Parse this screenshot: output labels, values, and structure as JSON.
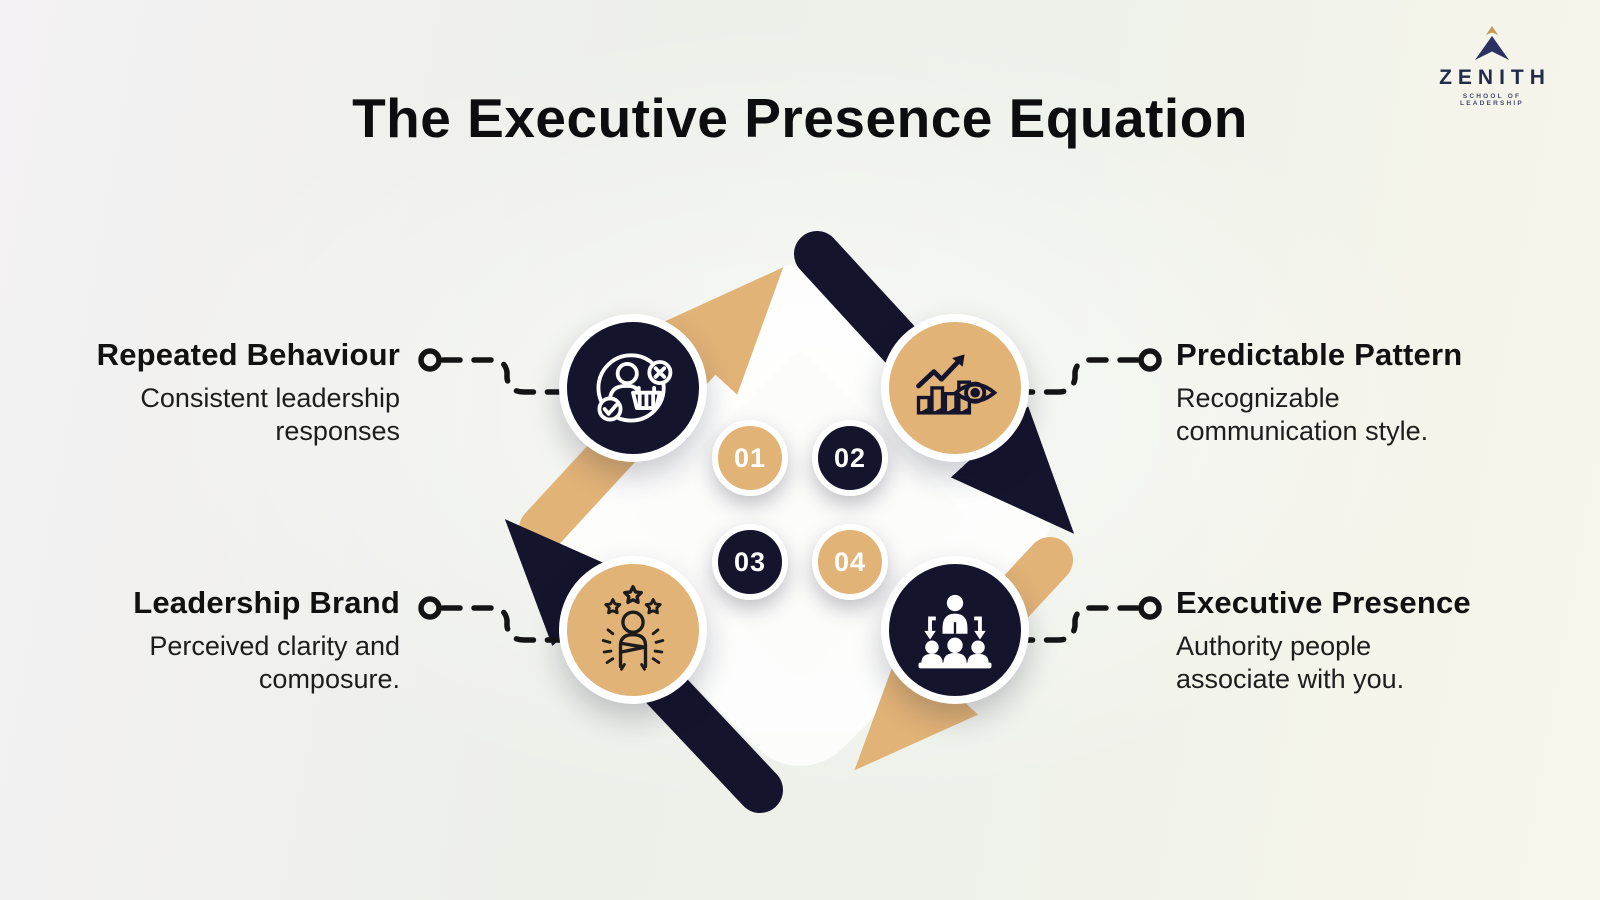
{
  "title": "The Executive Presence Equation",
  "logo": {
    "name": "ZENITH",
    "tagline": "SCHOOL OF LEADERSHIP"
  },
  "colors": {
    "navy": "#14142d",
    "tan": "#e2b377",
    "ink": "#111111",
    "background": "#eef0ea",
    "white": "#ffffff"
  },
  "items": [
    {
      "number": "01",
      "title": "Repeated Behaviour",
      "description": "Consistent leadership responses",
      "icon": "consumer-behaviour-icon",
      "circle_color": "navy",
      "badge_color": "tan",
      "position": "top-left"
    },
    {
      "number": "02",
      "title": "Predictable Pattern",
      "description": "Recognizable communication style.",
      "icon": "trend-watch-icon",
      "circle_color": "tan",
      "badge_color": "navy",
      "position": "top-right"
    },
    {
      "number": "03",
      "title": "Leadership Brand",
      "description": "Perceived clarity and composure.",
      "icon": "personal-brand-icon",
      "circle_color": "tan",
      "badge_color": "navy",
      "position": "bottom-left"
    },
    {
      "number": "04",
      "title": "Executive Presence",
      "description": "Authority people associate with you.",
      "icon": "delegation-icon",
      "circle_color": "navy",
      "badge_color": "tan",
      "position": "bottom-right"
    }
  ]
}
